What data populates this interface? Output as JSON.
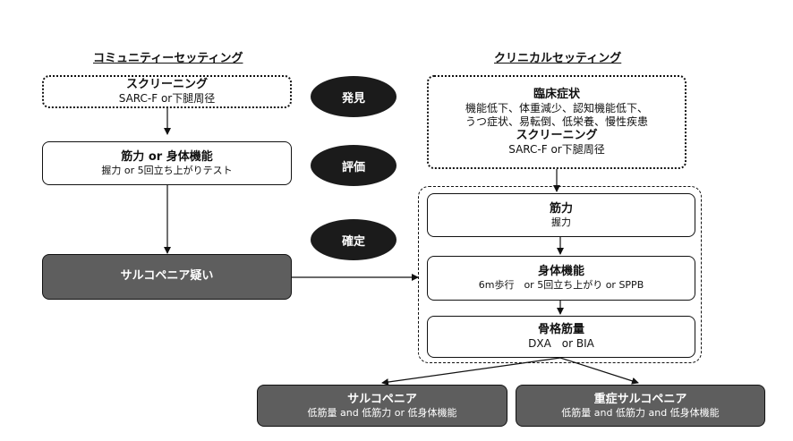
{
  "community": {
    "heading": "コミュニティーセッティング",
    "screening": {
      "title": "スクリーニング",
      "detail": "SARC-F or下腿周径"
    },
    "assessment": {
      "title": "筋力 or 身体機能",
      "detail": "握力 or 5回立ち上がりテスト"
    },
    "suspected": {
      "title": "サルコペニア疑い"
    }
  },
  "clinical": {
    "heading": "クリニカルセッティング",
    "findings": {
      "title": "臨床症状",
      "line1": "機能低下、体重減少、認知機能低下、",
      "line2": "うつ症状、易転倒、低栄養、慢性疾患",
      "screening_title": "スクリーニング",
      "screening_detail": "SARC-F or下腿周径"
    },
    "strength": {
      "title": "筋力",
      "detail": "握力"
    },
    "physical": {
      "title": "身体機能",
      "detail": "6m歩行　or 5回立ち上がり or SPPB"
    },
    "muscle_mass": {
      "title": "骨格筋量",
      "detail": "DXA　or BIA"
    }
  },
  "stages": {
    "find": "発見",
    "evaluate": "評価",
    "confirm": "確定"
  },
  "outcomes": {
    "sarcopenia": {
      "title": "サルコペニア",
      "detail": "低筋量 and 低筋力 or 低身体機能"
    },
    "severe": {
      "title": "重症サルコペニア",
      "detail": "低筋量 and 低筋力 and 低身体機能"
    }
  },
  "colors": {
    "dark_box": "#5e5e5e",
    "oval": "#1b1b1b",
    "line": "#111111"
  }
}
